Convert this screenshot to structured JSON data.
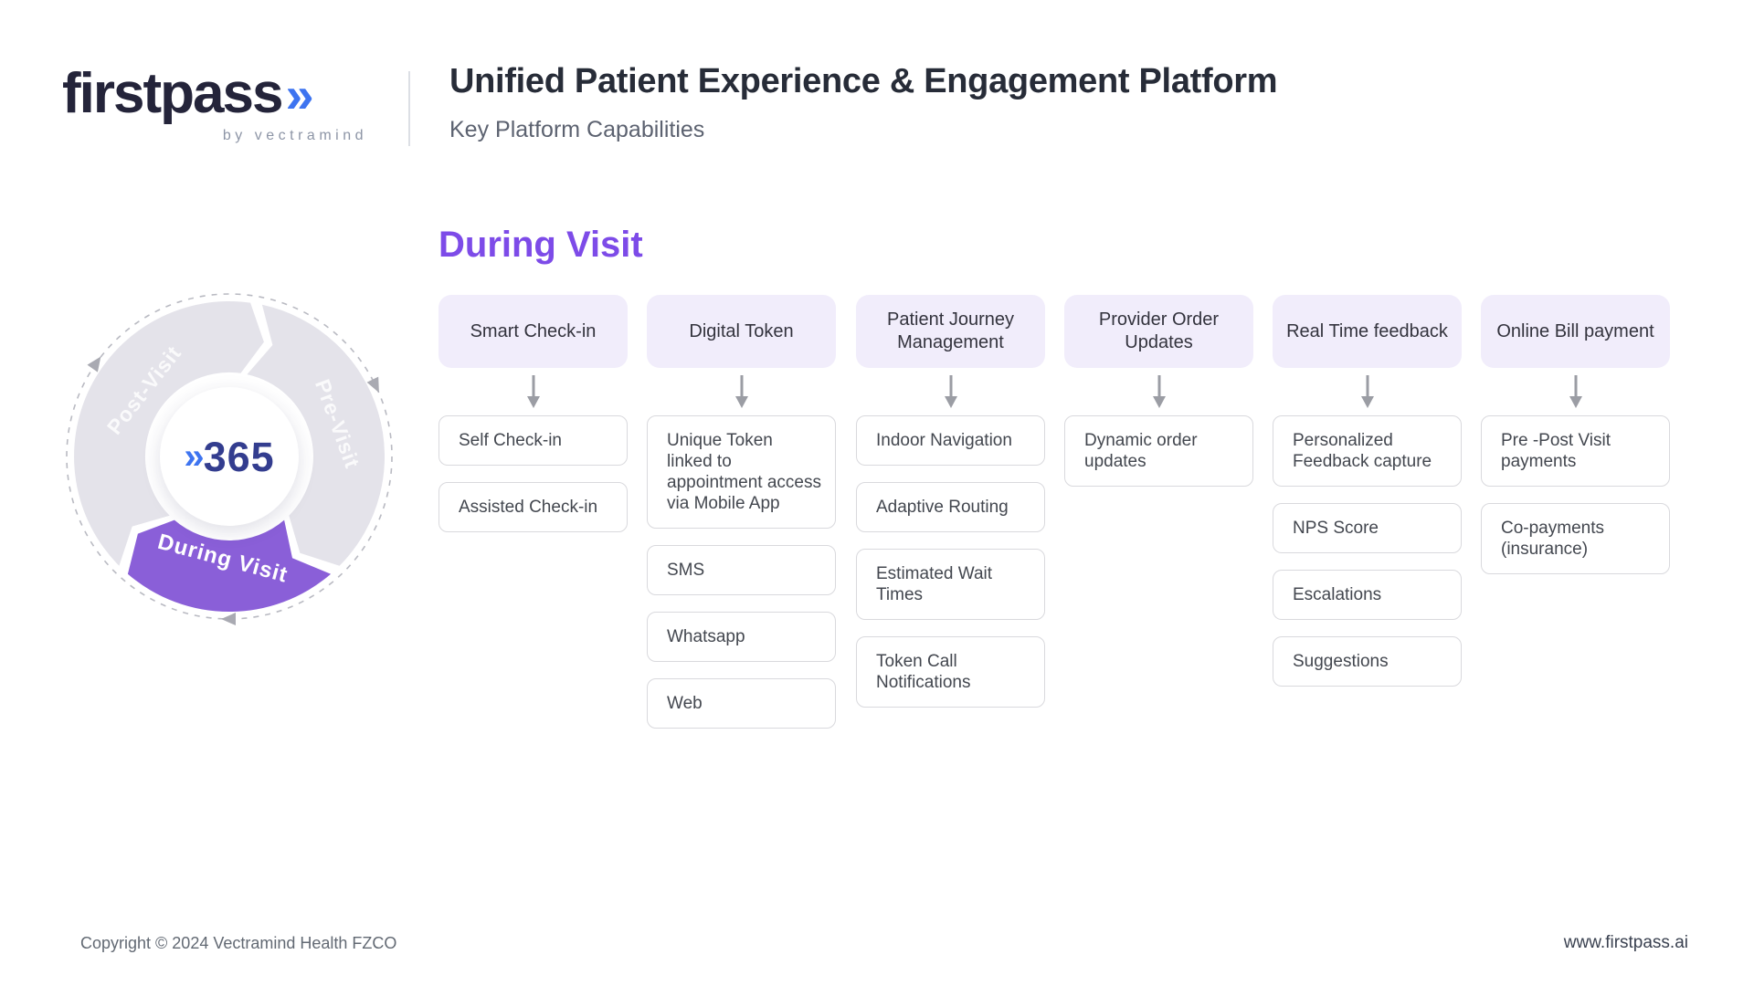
{
  "logo": {
    "name": "firstpass",
    "chevrons": "»",
    "tagline": "by vectramind"
  },
  "header": {
    "title": "Unified Patient Experience & Engagement Platform",
    "subtitle": "Key Platform Capabilities"
  },
  "section": {
    "heading": "During Visit"
  },
  "cycle": {
    "center_chevrons": "»",
    "center_label": "365",
    "segments": [
      {
        "label": "Pre-Visit"
      },
      {
        "label": "During Visit"
      },
      {
        "label": "Post-Visit"
      }
    ]
  },
  "columns": [
    {
      "header": "Smart Check-in",
      "items": [
        "Self Check-in",
        "Assisted Check-in"
      ]
    },
    {
      "header": "Digital Token",
      "items": [
        "Unique Token linked to appointment access via Mobile App",
        "SMS",
        "Whatsapp",
        "Web"
      ]
    },
    {
      "header": "Patient Journey Management",
      "items": [
        "Indoor Navigation",
        "Adaptive Routing",
        "Estimated Wait Times",
        "Token Call Notifications"
      ]
    },
    {
      "header": "Provider Order Updates",
      "items": [
        "Dynamic order updates"
      ]
    },
    {
      "header": "Real Time feedback",
      "items": [
        "Personalized Feedback capture",
        "NPS Score",
        "Escalations",
        "Suggestions"
      ]
    },
    {
      "header": "Online Bill payment",
      "items": [
        "Pre -Post Visit payments",
        "Co-payments (insurance)"
      ]
    }
  ],
  "footer": {
    "copyright": "Copyright © 2024 Vectramind Health FZCO",
    "website": "www.firstpass.ai"
  },
  "colors": {
    "accent-purple": "#7d4be8",
    "segment-purple": "#8a5fd8",
    "segment-gray": "#e4e3ea",
    "lavender": "#f1edfb",
    "chevron-blue": "#3e74f0",
    "navy": "#24243a",
    "center-navy": "#333d8f"
  }
}
